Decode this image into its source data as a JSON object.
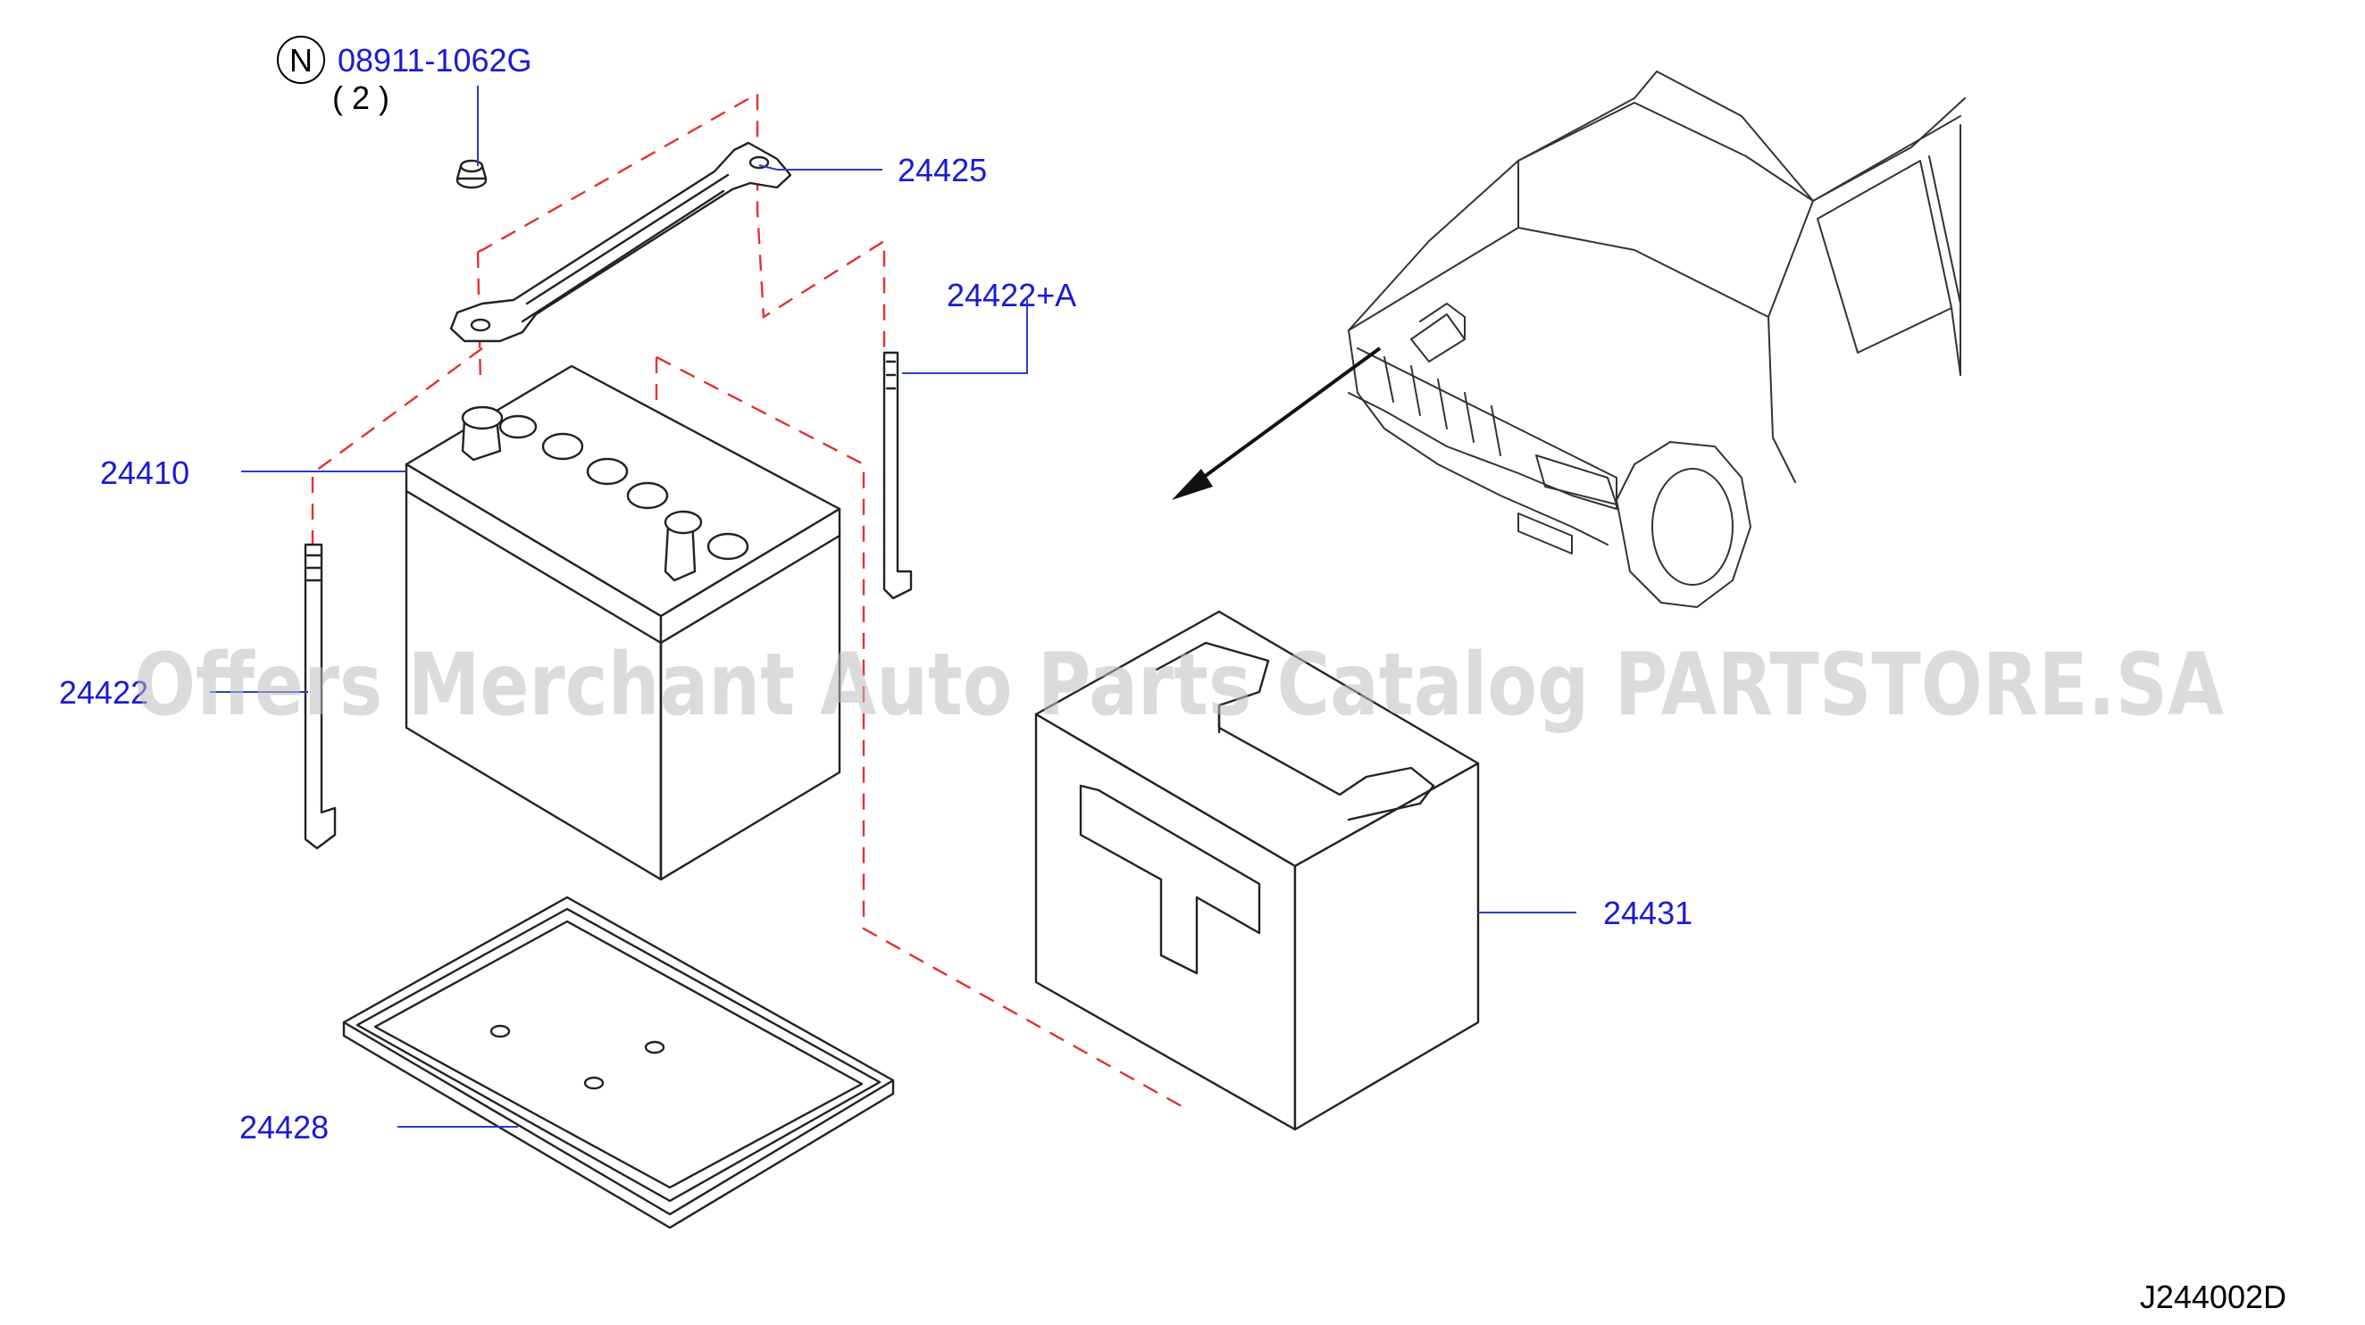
{
  "note": {
    "symbol": "N",
    "part_number": "08911-1062G",
    "quantity": "( 2 )"
  },
  "callouts": {
    "strap": "24425",
    "rod_a": "24422+A",
    "battery": "24410",
    "rod": "24422",
    "tray": "24428",
    "cover": "24431"
  },
  "diagram_code": "J244002D",
  "watermark": "Offers Merchant Auto Parts Catalog PARTSTORE.SA",
  "colors": {
    "callout_text": "#1a1ad6",
    "leader_line": "#2a3cc8",
    "dashed_guide": "#e53030",
    "watermark": "#bdbdbd"
  }
}
